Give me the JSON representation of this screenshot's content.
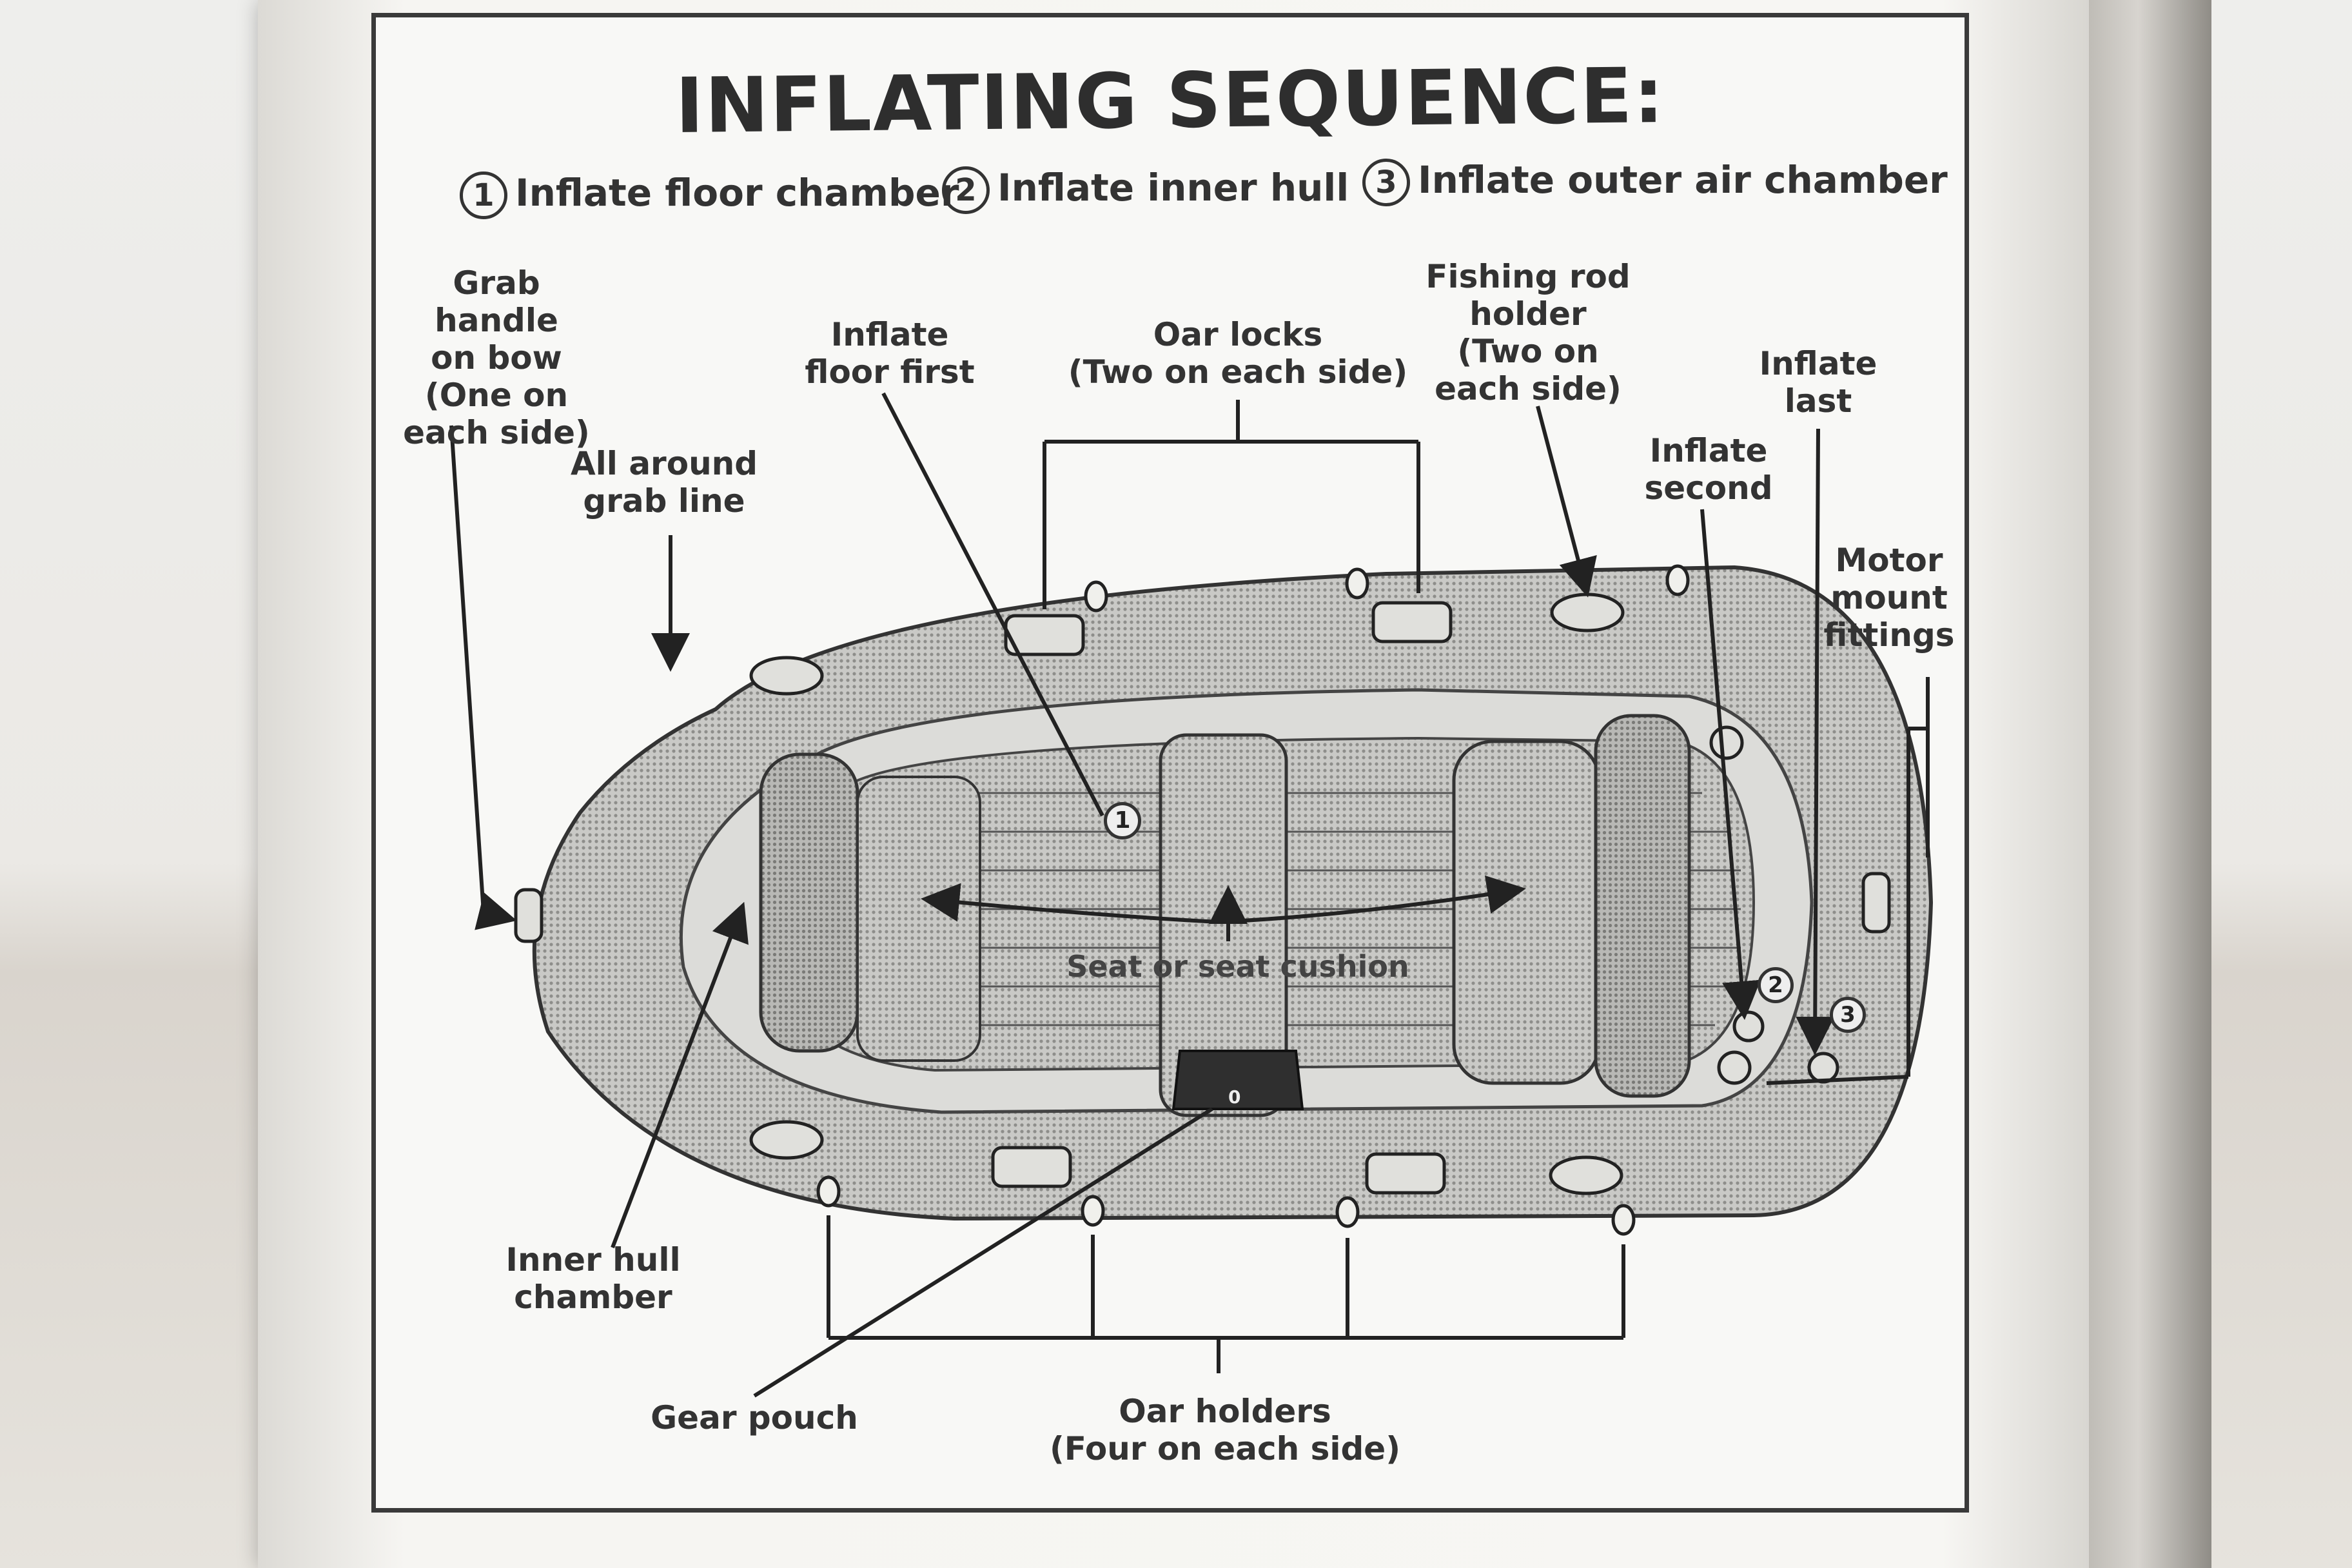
{
  "title": "INFLATING SEQUENCE:",
  "steps": [
    {
      "num": "1",
      "text": "Inflate floor chamber"
    },
    {
      "num": "2",
      "text": "Inflate inner hull"
    },
    {
      "num": "3",
      "text": "Inflate outer air chamber"
    }
  ],
  "labels": {
    "grab_handle": "Grab handle\non bow\n(One on\neach side)",
    "grab_line": "All around\ngrab line",
    "floor_first": "Inflate\nfloor first",
    "oar_locks": "Oar locks\n(Two on each side)",
    "rod_holder": "Fishing rod\nholder\n(Two on\neach side)",
    "inflate_last": "Inflate\nlast",
    "inflate_second": "Inflate\nsecond",
    "motor_mount": "Motor\nmount\nfittings",
    "seat": "Seat or seat cushion",
    "inner_hull": "Inner hull\nchamber",
    "gear_pouch": "Gear pouch",
    "oar_holders": "Oar holders\n(Four on each side)"
  },
  "markers": {
    "one": "1",
    "two": "2",
    "three": "3",
    "pouch": "0"
  }
}
